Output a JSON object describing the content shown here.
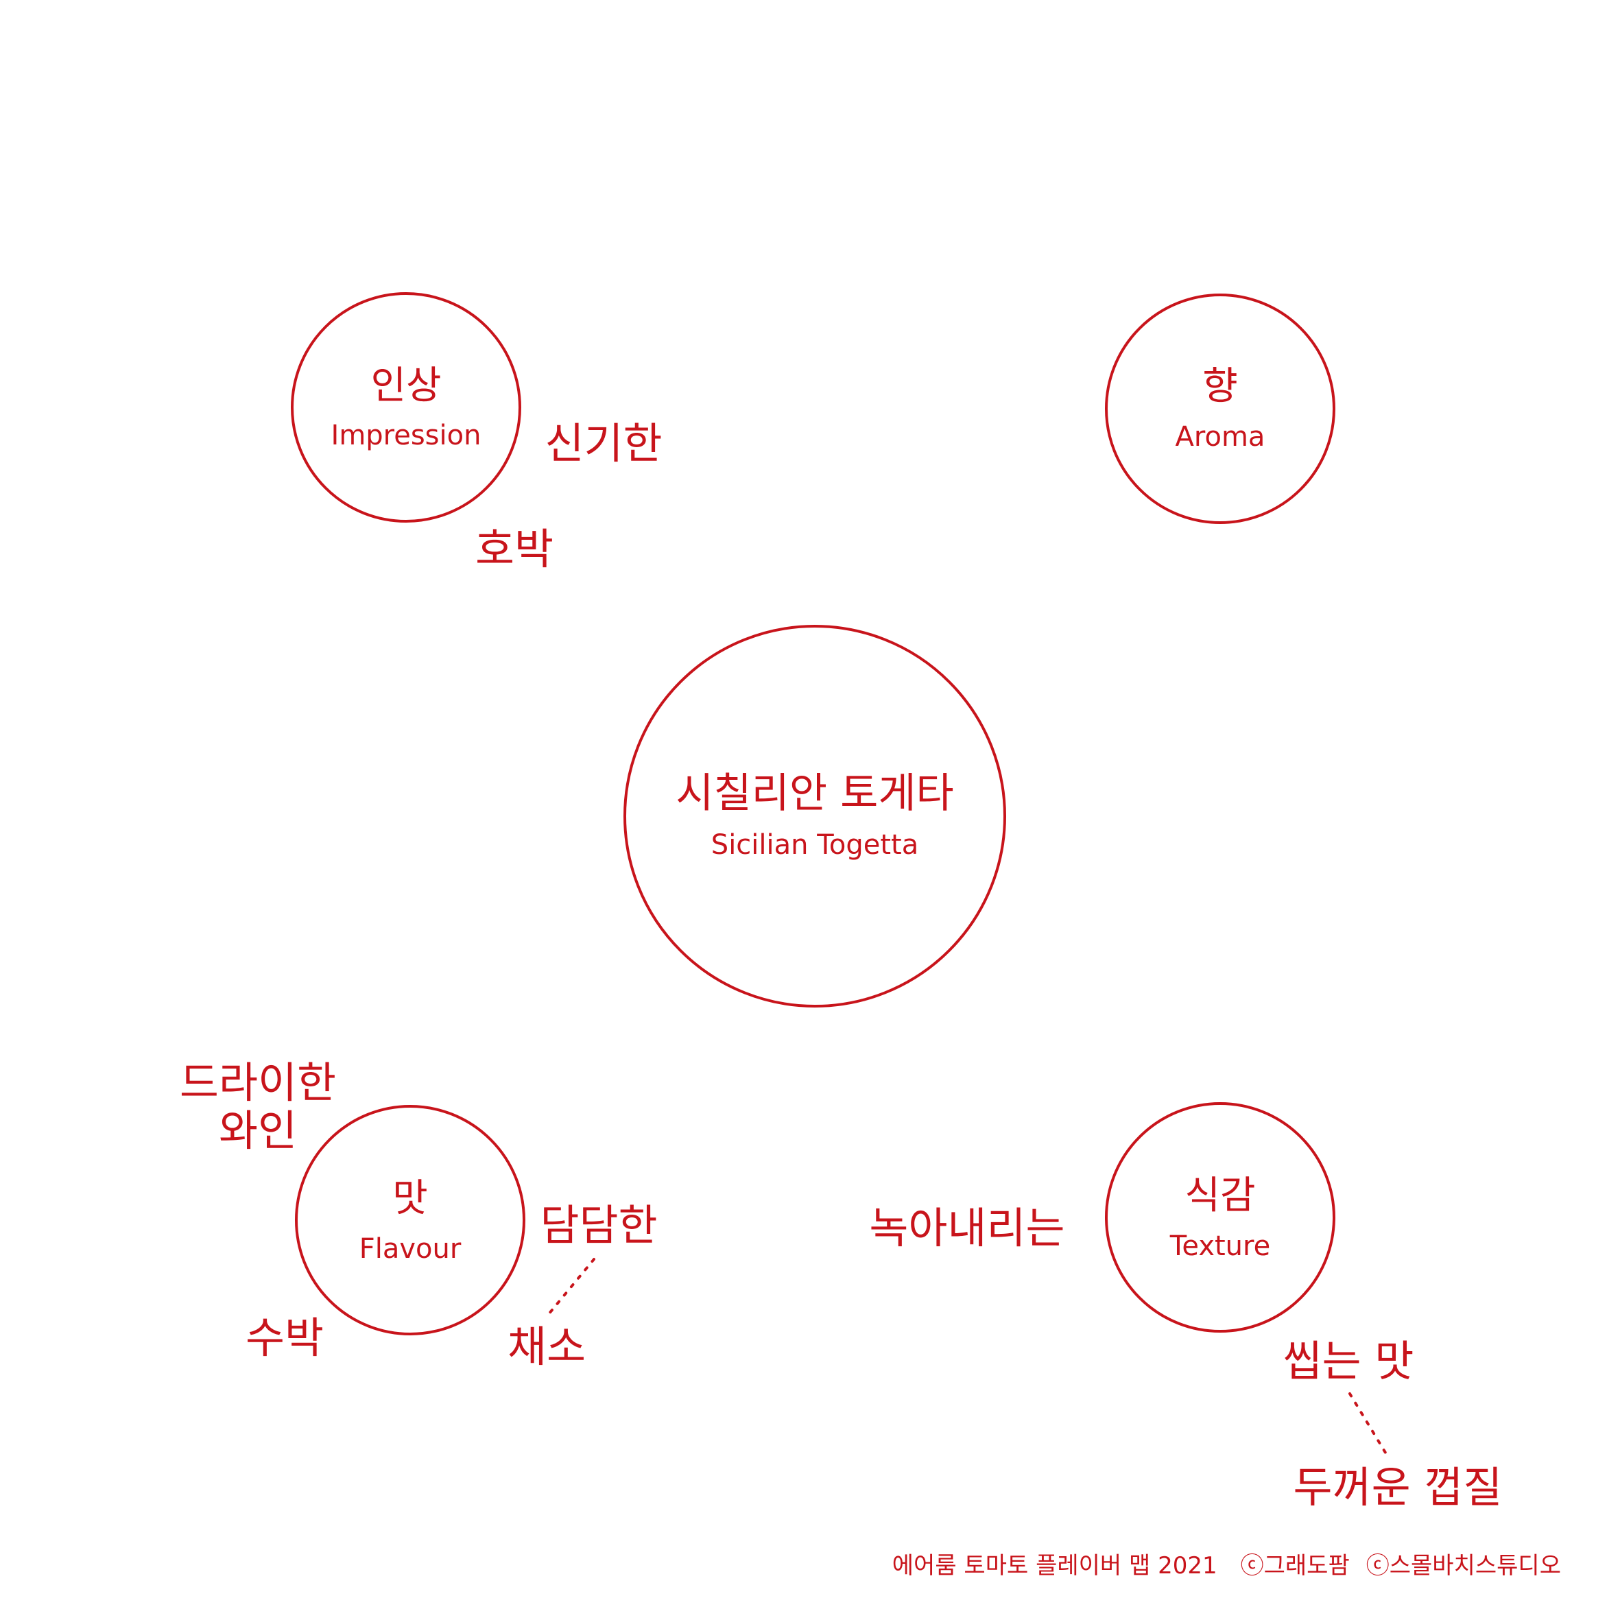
{
  "colors": {
    "accent": "#c8141b",
    "background": "#ffffff"
  },
  "center": {
    "ko": "시칠리안 토게타",
    "en": "Sicilian Togetta"
  },
  "nodes": {
    "impression": {
      "ko": "인상",
      "en": "Impression"
    },
    "aroma": {
      "ko": "향",
      "en": "Aroma"
    },
    "flavour": {
      "ko": "맛",
      "en": "Flavour"
    },
    "texture": {
      "ko": "식감",
      "en": "Texture"
    }
  },
  "words": {
    "impression_1": "신기한",
    "impression_2": "호박",
    "flavour_1a": "드라이한",
    "flavour_1b": "와인",
    "flavour_2": "담담한",
    "flavour_3": "채소",
    "flavour_4": "수박",
    "texture_1": "녹아내리는",
    "texture_2": "씹는 맛",
    "texture_3": "두꺼운 껍질"
  },
  "footer": {
    "title": "에어룸 토마토 플레이버 맵 2021",
    "credit1": "ⓒ그래도팜",
    "credit2": "ⓒ스몰바치스튜디오"
  }
}
